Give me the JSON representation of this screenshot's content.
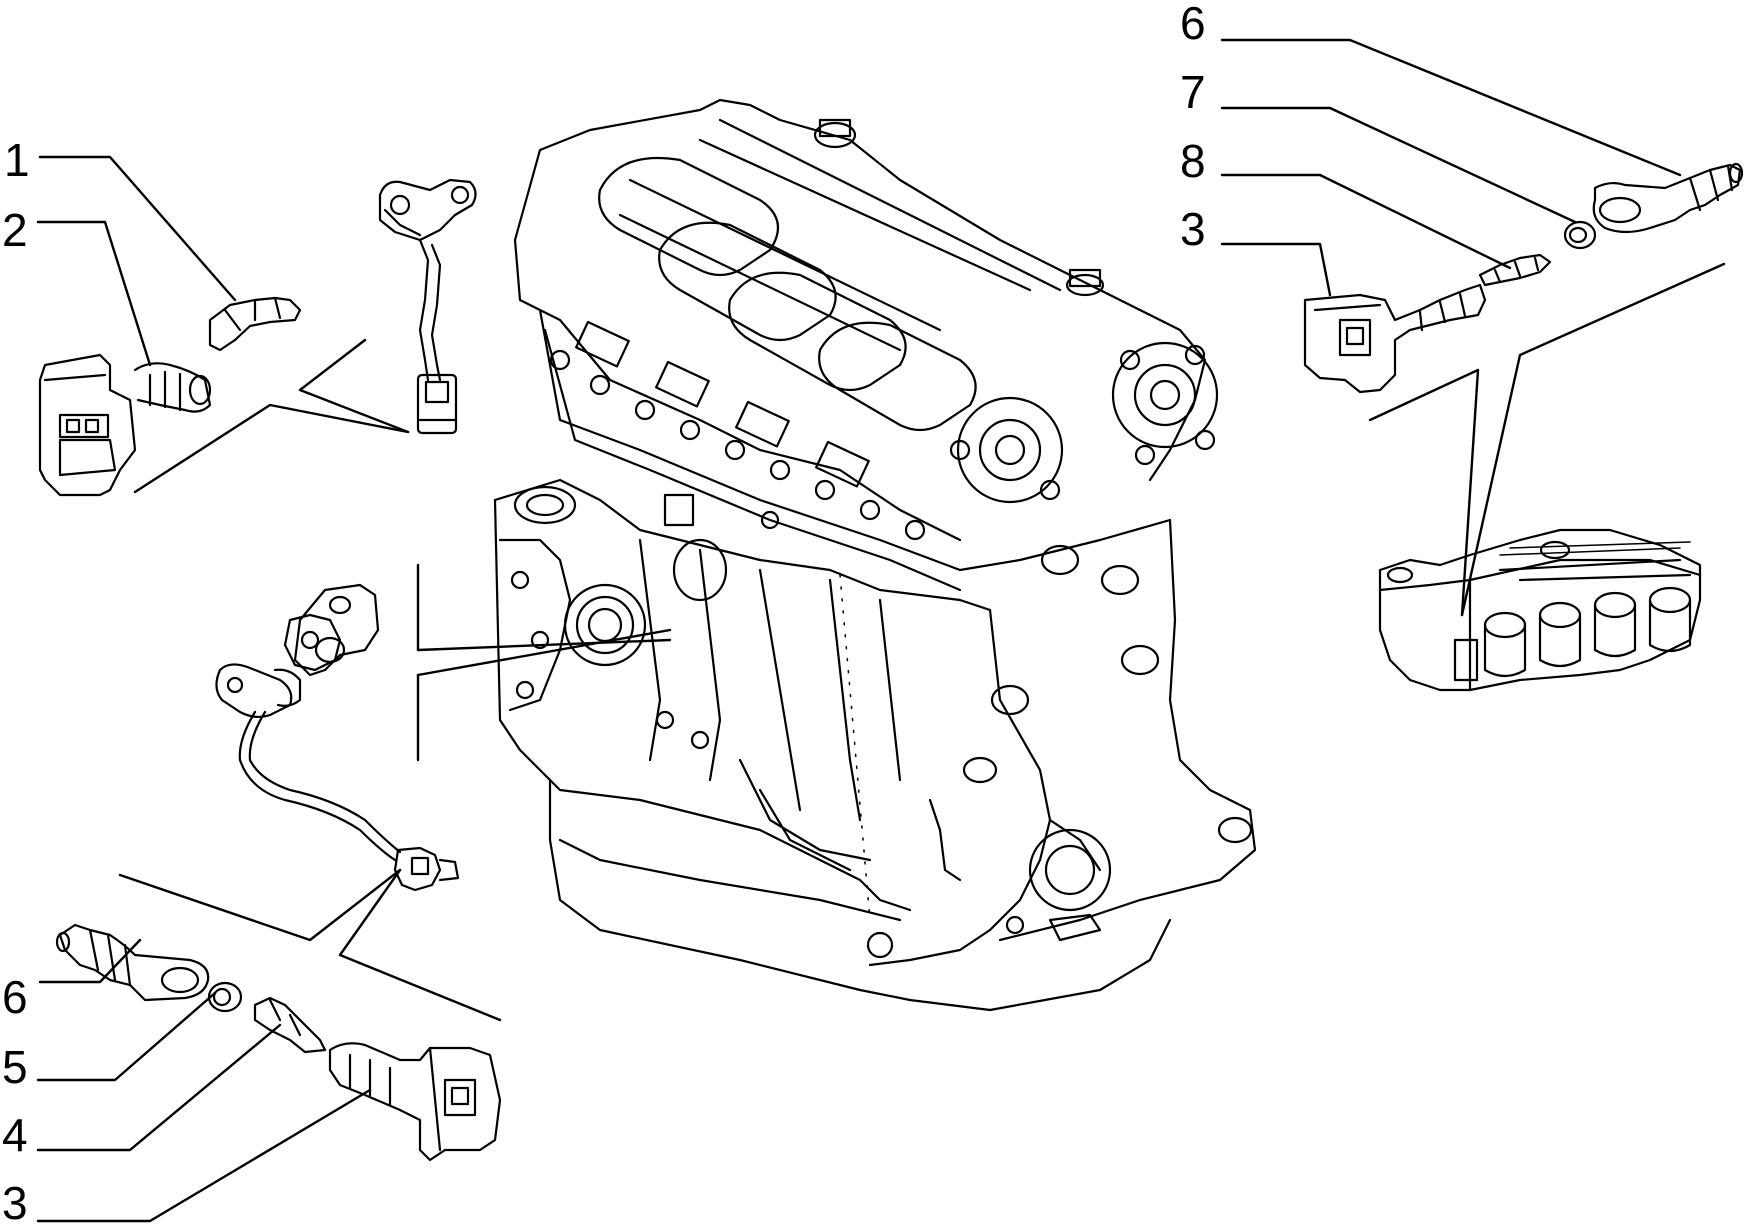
{
  "callouts": {
    "left_top_1": "1",
    "left_top_2": "2",
    "right_6": "6",
    "right_7": "7",
    "right_8": "8",
    "right_3": "3",
    "left_bottom_6": "6",
    "left_bottom_5": "5",
    "left_bottom_4": "4",
    "left_bottom_3": "3"
  }
}
